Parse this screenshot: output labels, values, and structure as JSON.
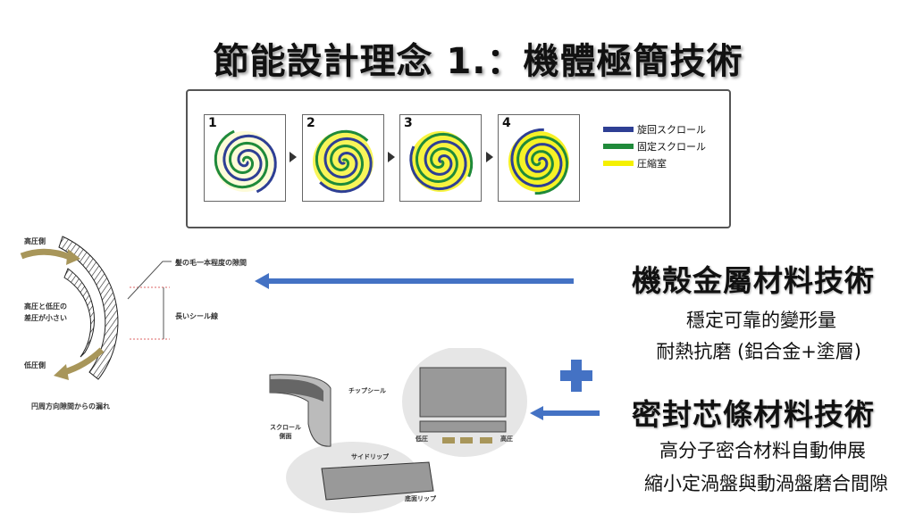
{
  "title": "節能設計理念 1.：機體極簡技術",
  "scroll_diagram": {
    "steps": [
      "1",
      "2",
      "3",
      "4"
    ],
    "legend": [
      {
        "label": "旋回スクロール",
        "color": "#2e3f94"
      },
      {
        "label": "固定スクロール",
        "color": "#1f8a3a"
      },
      {
        "label": "圧縮室",
        "color": "#f5f000"
      }
    ]
  },
  "seal_diagram": {
    "high_side": "高圧側",
    "low_side": "低圧側",
    "diff_note": "高圧と低圧の\n差圧が小さい",
    "gap_label": "髪の毛一本程度の隙間",
    "seal_line": "長いシール線",
    "caption": "円周方向隙間からの漏れ"
  },
  "tip_seal_diagram": {
    "tip_seal": "チップシール",
    "scroll_side": "スクロール\n側面",
    "side_lip": "サイドリップ",
    "bottom_lip": "底面リップ",
    "low": "低圧",
    "high": "高圧"
  },
  "section1": {
    "heading": "機殼金屬材料技術",
    "lines": [
      "穩定可靠的變形量",
      "耐熱抗磨 (鋁合金+塗層)"
    ]
  },
  "section2": {
    "heading": "密封芯條材料技術",
    "lines": [
      "高分子密合材料自動伸展",
      "縮小定渦盤與動渦盤磨合間隙"
    ]
  },
  "colors": {
    "arrow": "#4472c4",
    "gold": "#a8965a"
  }
}
